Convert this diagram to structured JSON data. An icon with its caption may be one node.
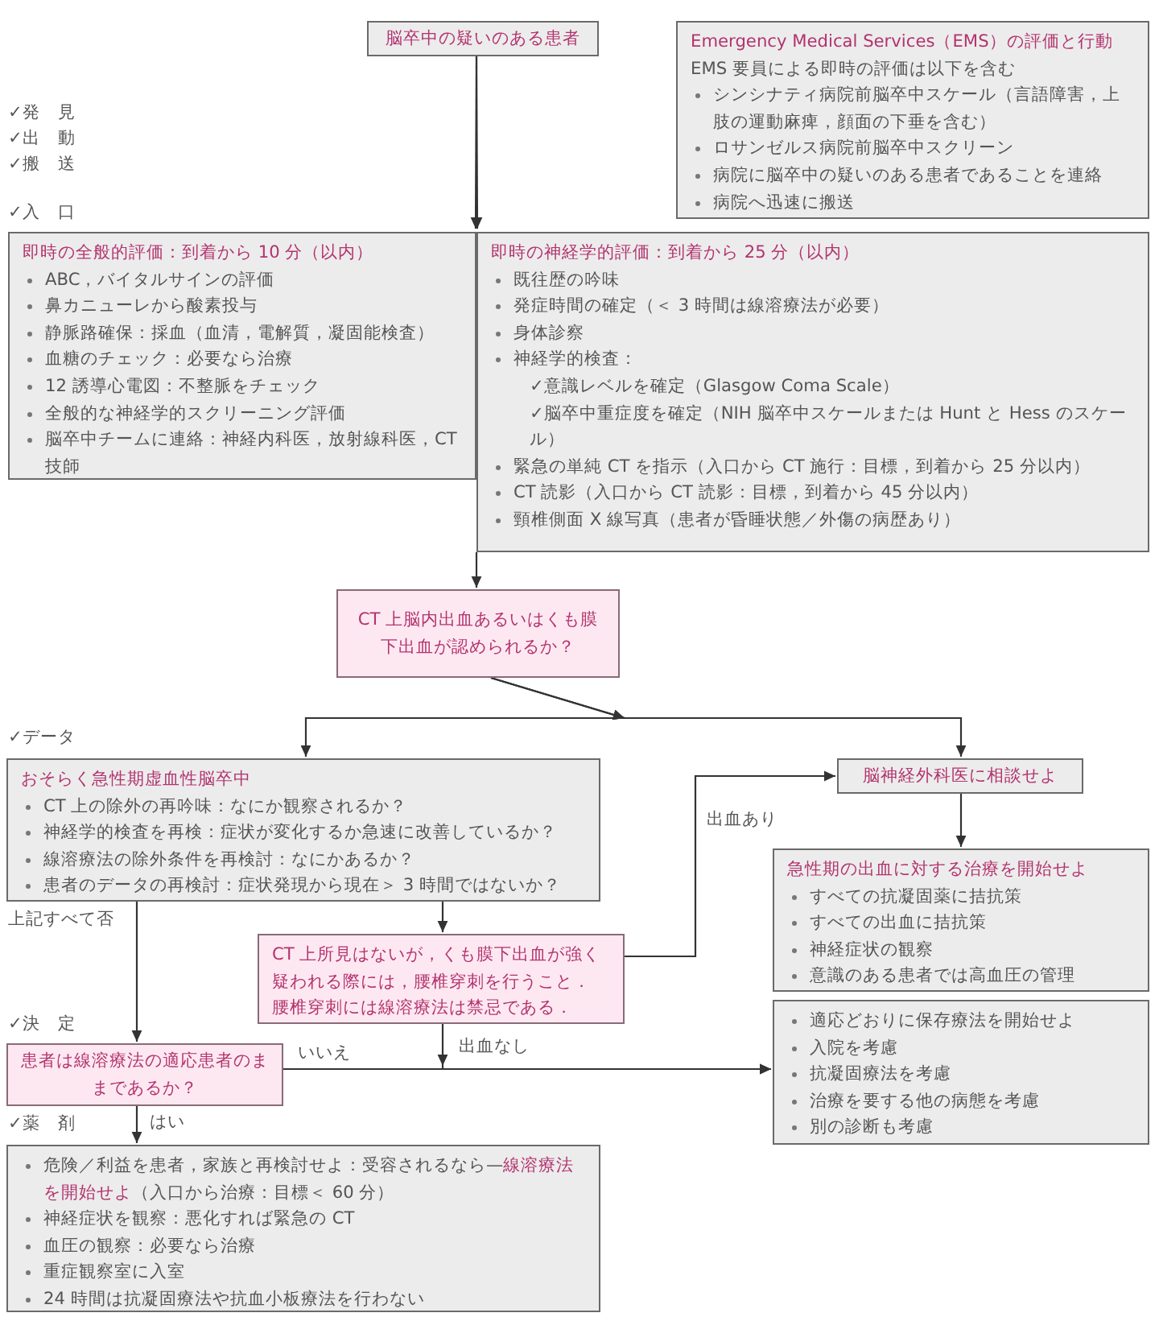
{
  "diagram": {
    "nodes": [
      {
        "text": [
          "脳卒中の疑いのある患者"
        ]
      },
      {
        "text": [
          "Emergency Medical Services（EMS）の評価と行動",
          "EMS 要員による即時の評価は以下を含む",
          "シンシナティ病院前脳卒中スケール（言語障害，上肢の運動麻痺，顔面の下垂を含む）",
          "ロサンゼルス病院前脳卒中スクリーン",
          "病院に脳卒中の疑いのある患者であることを連絡",
          "病院へ迅速に搬送"
        ]
      },
      {
        "text": [
          "即時の全般的評価：到着から 10 分（以内）",
          "ABC，バイタルサインの評価",
          "鼻カニューレから酸素投与",
          "静脈路確保：採血（血清，電解質，凝固能検査）",
          "血糖のチェック：必要なら治療",
          "12 誘導心電図：不整脈をチェック",
          "全般的な神経学的スクリーニング評価",
          "脳卒中チームに連絡：神経内科医，放射線科医，CT 技師"
        ]
      },
      {
        "text": [
          "即時の神経学的評価：到着から 25 分（以内）",
          "既往歴の吟味",
          "発症時間の確定（＜ 3 時間は線溶療法が必要）",
          "身体診察",
          "神経学的検査：",
          "✓意識レベルを確定（Glasgow Coma Scale）",
          "✓脳卒中重症度を確定（NIH 脳卒中スケールまたは Hunt と Hess のスケール）",
          "緊急の単純 CT を指示（入口から CT 施行：目標，到着から 25 分以内）",
          "CT 読影（入口から CT 読影：目標，到着から 45 分以内）",
          "頸椎側面 X 線写真（患者が昏睡状態／外傷の病歴あり）"
        ]
      },
      {
        "text": [
          "CT 上脳内出血あるいはくも膜下出血が認められるか？"
        ]
      },
      {
        "text": [
          "おそらく急性期虚血性脳卒中",
          "CT 上の除外の再吟味：なにか観察されるか？",
          "神経学的検査を再検：症状が変化するか急速に改善しているか？",
          "線溶療法の除外条件を再検討：なにかあるか？",
          "患者のデータの再検討：症状発現から現在＞ 3 時間ではないか？"
        ]
      },
      {
        "text": [
          "脳神経外科医に相談せよ"
        ]
      },
      {
        "text": [
          "急性期の出血に対する治療を開始せよ",
          "すべての抗凝固薬に拮抗策",
          "すべての出血に拮抗策",
          "神経症状の観察",
          "意識のある患者では高血圧の管理"
        ]
      },
      {
        "text": [
          "CT 上所見はないが，くも膜下出血が強く疑われる際には，腰椎穿刺を行うこと．",
          "腰椎穿刺には線溶療法は禁忌である．"
        ]
      },
      {
        "text": [
          "患者は線溶療法の適応患者のままであるか？"
        ]
      },
      {
        "text": [
          "適応どおりに保存療法を開始せよ",
          "入院を考慮",
          "抗凝固療法を考慮",
          "治療を要する他の病態を考慮",
          "別の診断も考慮"
        ]
      },
      {
        "text": [
          "危険／利益を患者，家族と再検討せよ：受容されるなら—**線溶療法を開始せよ**（入口から治療：目標＜ 60 分）",
          "神経症状を観察：悪化すれば緊急の CT",
          "血圧の観察：必要なら治療",
          "重症観察室に入室",
          "24 時間は抗凝固療法や抗血小板療法を行わない"
        ]
      }
    ],
    "edges": [
      {
        "from": 0,
        "to": 2,
        "arrow": "to"
      },
      {
        "from": 0,
        "to": 3,
        "arrow": "to"
      },
      {
        "from": 3,
        "to": 4,
        "arrow": "to"
      },
      {
        "from": 4,
        "to": 5,
        "arrow": "to"
      },
      {
        "from": 4,
        "to": 6,
        "arrow": "to"
      },
      {
        "from": 5,
        "to": 9,
        "arrow": "to",
        "label": "上記すべて否"
      },
      {
        "from": 5,
        "to": 8,
        "arrow": "to"
      },
      {
        "from": 8,
        "to": 6,
        "arrow": "to",
        "label": "出血あり"
      },
      {
        "from": 6,
        "to": 7,
        "arrow": "to"
      },
      {
        "from": 8,
        "to": 10,
        "arrow": "to",
        "label": "出血なし"
      },
      {
        "from": 9,
        "to": 10,
        "arrow": "to",
        "label": "いいえ"
      },
      {
        "from": 9,
        "to": 11,
        "arrow": "to",
        "label": "はい"
      }
    ],
    "labels": [
      "✓発　見",
      "✓出　動",
      "✓搬　送",
      "✓入　口",
      "✓データ",
      "✓決　定",
      "✓薬　剤"
    ]
  }
}
